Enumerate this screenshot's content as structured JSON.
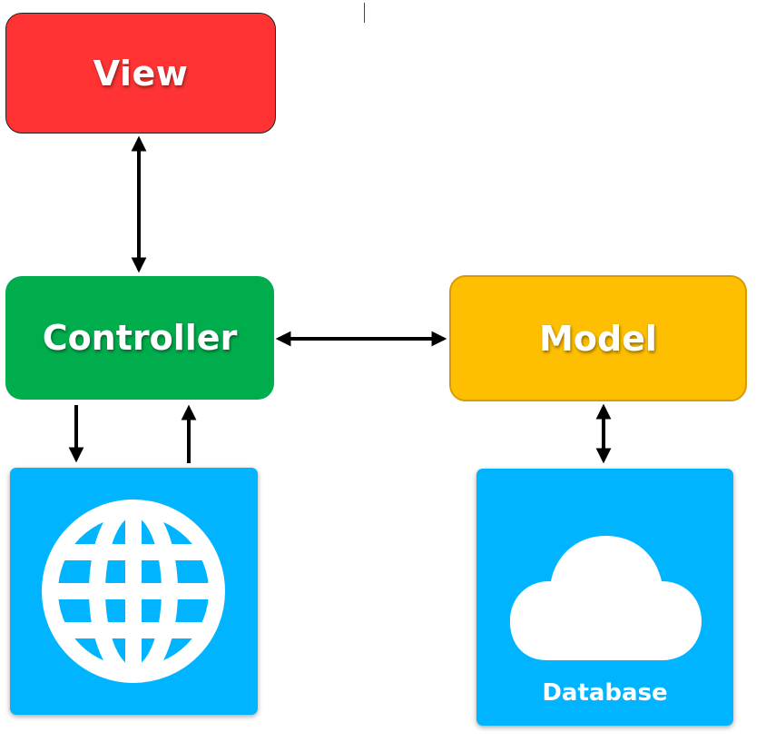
{
  "nodes": {
    "view": {
      "label": "View",
      "color": "#ff3333"
    },
    "controller": {
      "label": "Controller",
      "color": "#00ad4c"
    },
    "model": {
      "label": "Model",
      "color": "#fdbf00"
    },
    "web": {
      "icon": "globe-icon",
      "color": "#00b4ff"
    },
    "database": {
      "label": "Database",
      "icon": "cloud-icon",
      "color": "#00b4ff"
    }
  },
  "edges": [
    {
      "from": "view",
      "to": "controller",
      "direction": "both"
    },
    {
      "from": "controller",
      "to": "model",
      "direction": "both"
    },
    {
      "from": "controller",
      "to": "web",
      "direction": "forward"
    },
    {
      "from": "web",
      "to": "controller",
      "direction": "forward"
    },
    {
      "from": "model",
      "to": "database",
      "direction": "both"
    }
  ]
}
